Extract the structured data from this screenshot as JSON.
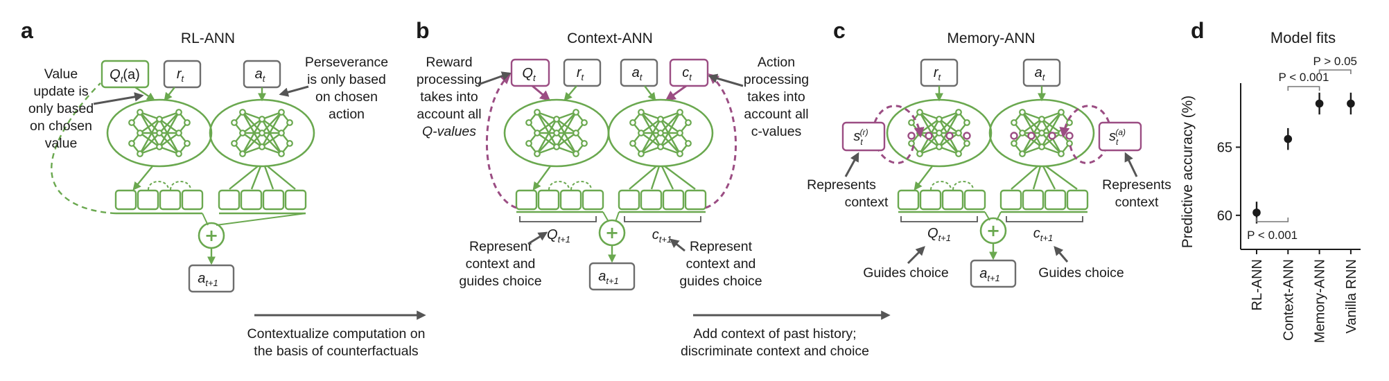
{
  "panels": {
    "a": {
      "letter": "a",
      "title": "RL-ANN",
      "q": "Q",
      "q_sub": "t",
      "q_arg": "(a)",
      "r": "r",
      "r_sub": "t",
      "a": "a",
      "a_sub": "t",
      "out": "a",
      "out_sub": "t+1",
      "left_note": [
        "Value",
        "update is",
        "only based",
        "on chosen",
        "value"
      ],
      "right_note": [
        "Perseverance",
        "is only based",
        "on chosen",
        "action"
      ]
    },
    "b": {
      "letter": "b",
      "title": "Context-ANN",
      "q": "Q",
      "q_sub": "t",
      "r": "r",
      "r_sub": "t",
      "a": "a",
      "a_sub": "t",
      "c": "c",
      "c_sub": "t",
      "out": "a",
      "out_sub": "t+1",
      "q_next": "Q",
      "q_next_sub": "t+1",
      "c_next": "c",
      "c_next_sub": "t+1",
      "left_note": [
        "Reward",
        "processing",
        "takes into",
        "account all",
        "Q-values"
      ],
      "right_note": [
        "Action",
        "processing",
        "takes into",
        "account all",
        "c-values"
      ],
      "bottom_left_note": [
        "Represent",
        "context and",
        "guides choice"
      ],
      "bottom_right_note": [
        "Represent",
        "context and",
        "guides choice"
      ]
    },
    "c": {
      "letter": "c",
      "title": "Memory-ANN",
      "r": "r",
      "r_sub": "t",
      "a": "a",
      "a_sub": "t",
      "sr": "s",
      "sr_sub": "t",
      "sr_sup": "(r)",
      "sa": "s",
      "sa_sub": "t",
      "sa_sup": "(a)",
      "out": "a",
      "out_sub": "t+1",
      "q_next": "Q",
      "q_next_sub": "t+1",
      "c_next": "c",
      "c_next_sub": "t+1",
      "left_note": [
        "Represents",
        "context"
      ],
      "right_note": [
        "Represents",
        "context"
      ],
      "guides_left": "Guides choice",
      "guides_right": "Guides choice"
    },
    "d": {
      "letter": "d",
      "title": "Model fits"
    }
  },
  "transitions": {
    "ab": [
      "Contextualize computation on",
      "the basis of counterfactuals"
    ],
    "bc": [
      "Add context of past history;",
      "discriminate context and choice"
    ]
  },
  "colors": {
    "green": "#6aa84f",
    "purple": "#9b4d83",
    "grey": "#6d6d6d",
    "dark": "#1a1a1a"
  },
  "chart_data": {
    "type": "scatter",
    "title": "Model fits",
    "xlabel": "",
    "ylabel": "Predictive accuracy (%)",
    "categories": [
      "RL-ANN",
      "Context-ANN",
      "Memory-ANN",
      "Vanilla RNN"
    ],
    "values": [
      60.2,
      65.6,
      68.2,
      68.2
    ],
    "errors": [
      0.5,
      0.5,
      0.5,
      0.5
    ],
    "yticks": [
      60,
      65
    ],
    "ylim": [
      57.5,
      69.7
    ],
    "grid": false,
    "legend": "none",
    "significance": [
      {
        "from": 0,
        "to": 1,
        "label": "P < 0.001",
        "position": "below"
      },
      {
        "from": 1,
        "to": 2,
        "label": "P < 0.001",
        "position": "above"
      },
      {
        "from": 2,
        "to": 3,
        "label": "P > 0.05",
        "position": "above"
      }
    ]
  }
}
